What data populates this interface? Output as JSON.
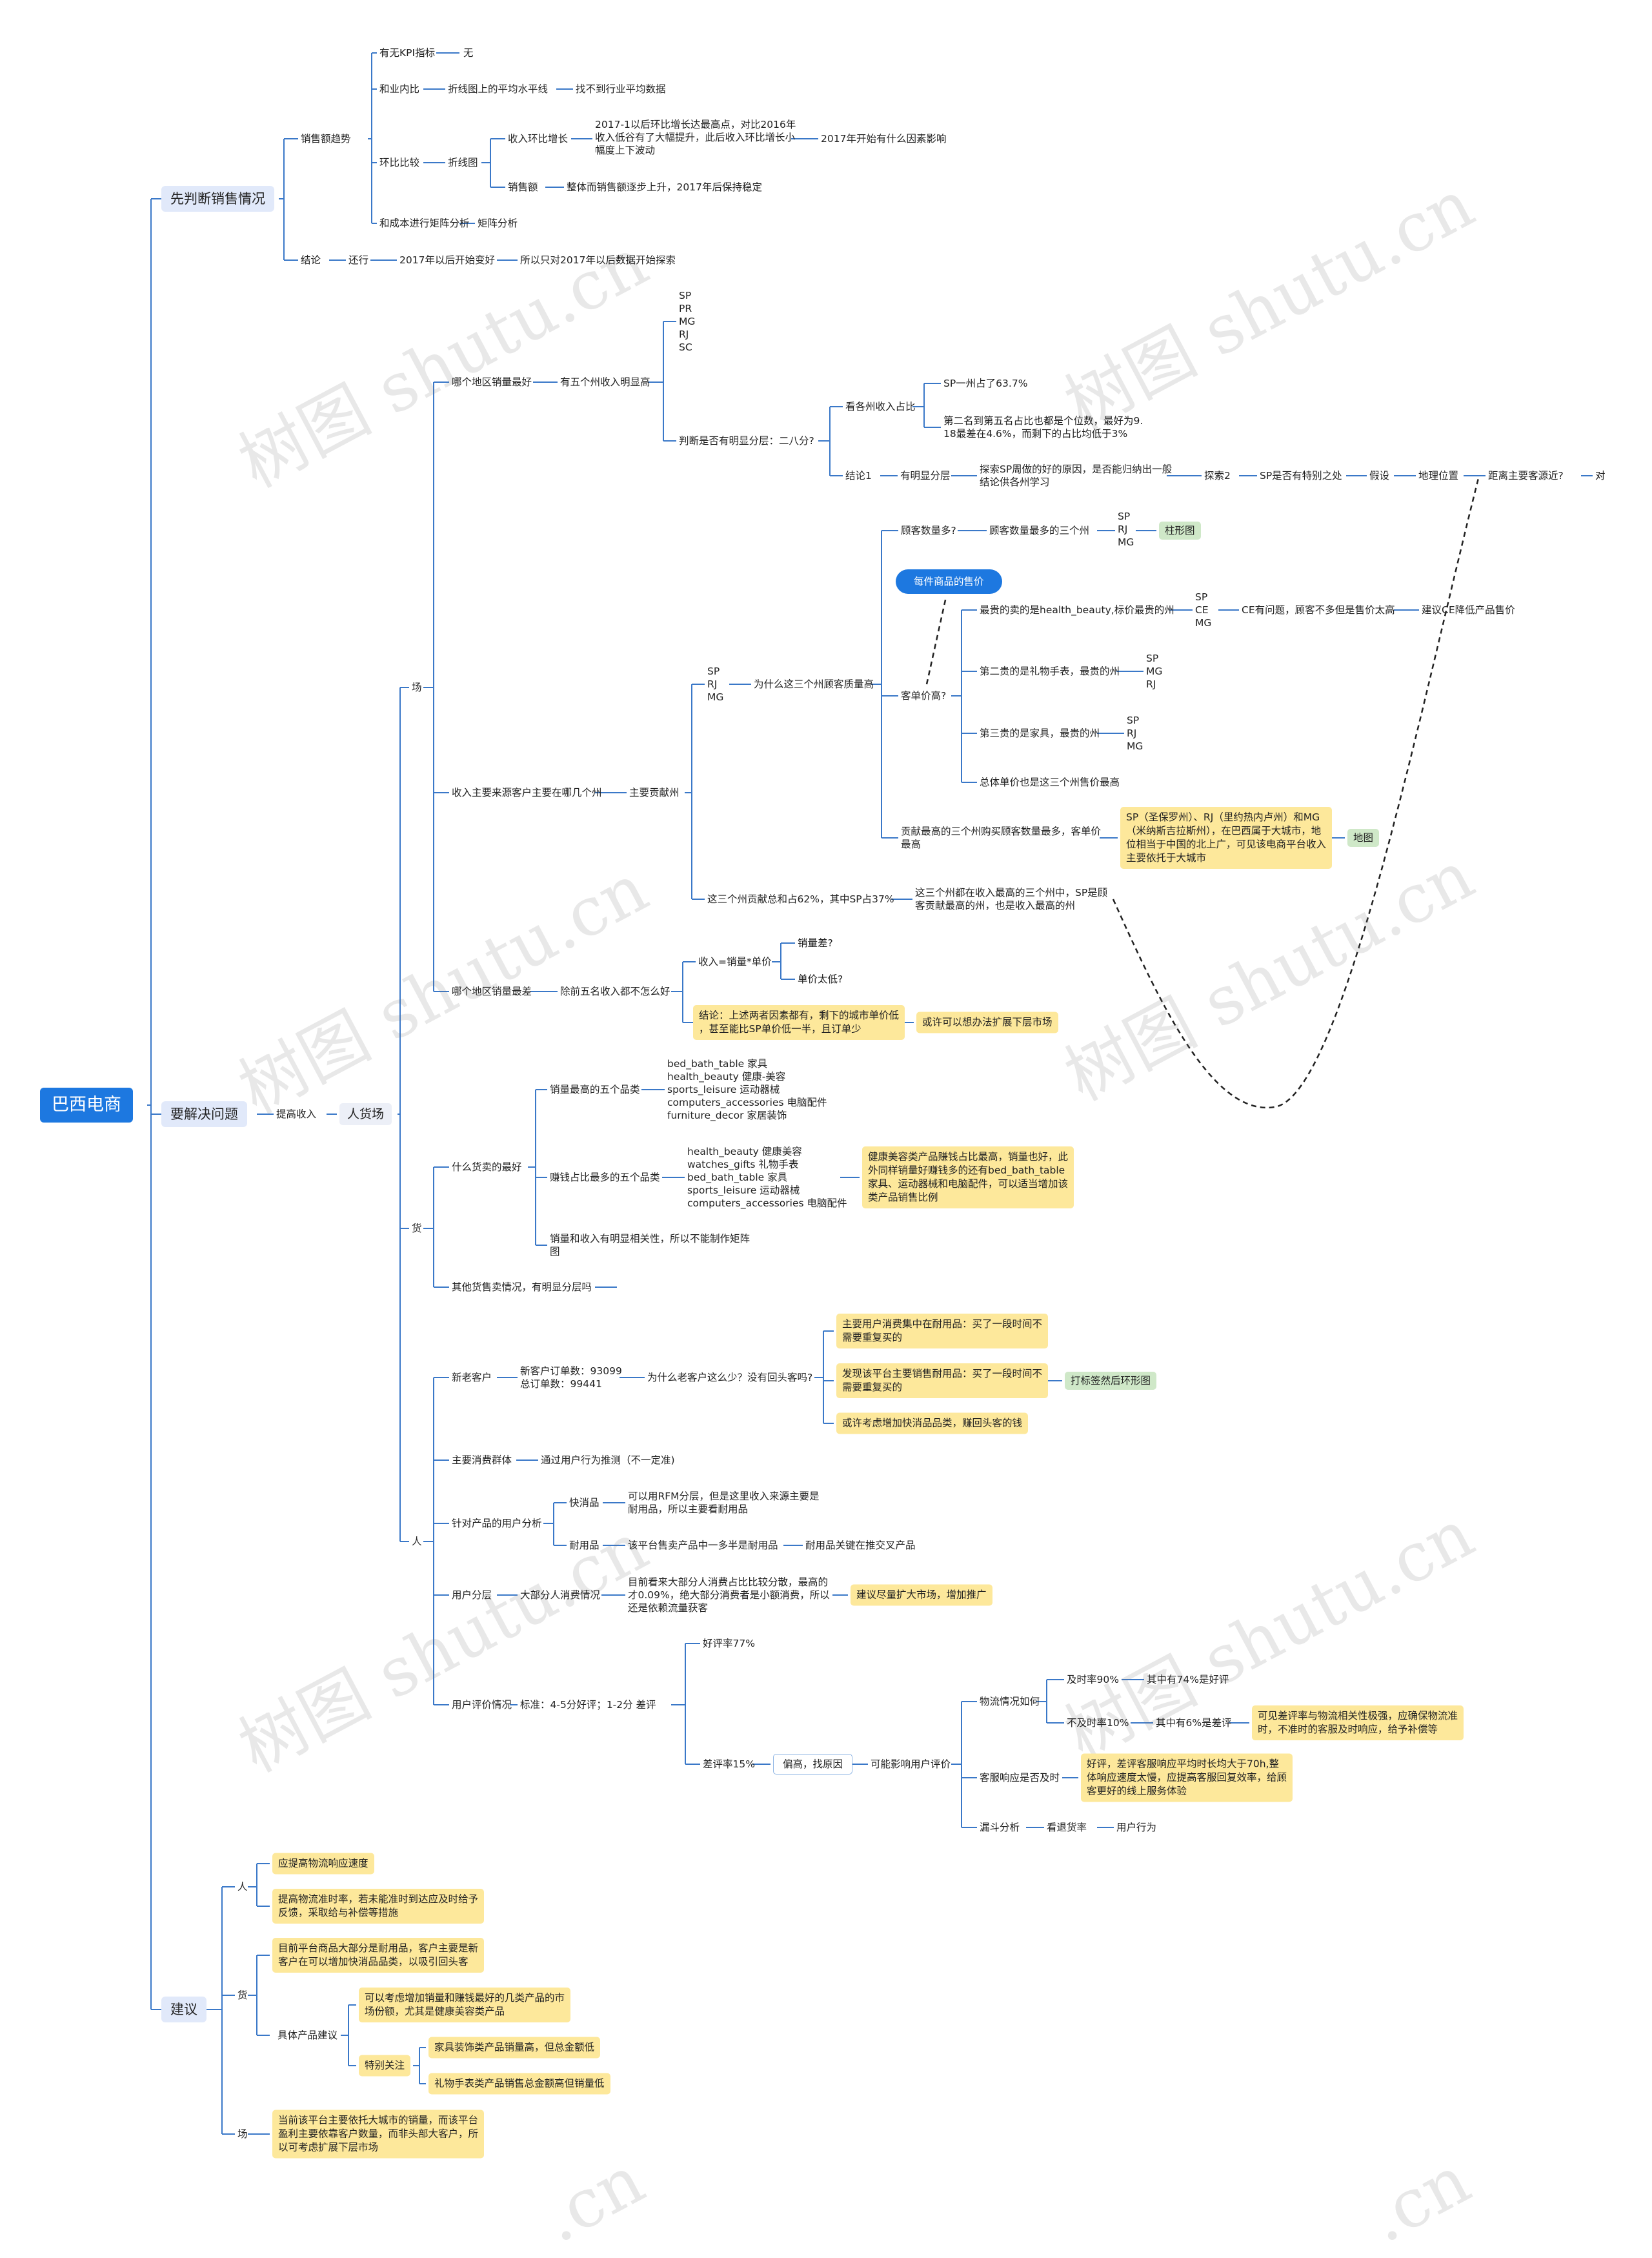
{
  "watermark": "树图 shutu.cn",
  "watermark_partial": ".cn",
  "colors": {
    "link": "#3a78c8",
    "root": "#1d78e0",
    "note": "#fde89b",
    "tag": "#cfe8c8"
  },
  "mindmap": {
    "root": "巴西电商",
    "b1": {
      "title": "先判断销售情况",
      "sales_trend": "销售额趋势",
      "kpi": "有无KPI指标",
      "kpi_ans": "无",
      "industry": "和业内比",
      "industry_line": "折线图上的平均水平线",
      "industry_ans": "找不到行业平均数据",
      "mom": "环比比较",
      "mom_chart": "折线图",
      "mom_income": "收入环比增长",
      "mom_income_desc": "2017-1以后环比增长达最高点，对比2016年\n收入低谷有了大幅提升，此后收入环比增长小\n幅度上下波动",
      "mom_income_q": "2017年开始有什么因素影响",
      "mom_sales": "销售额",
      "mom_sales_desc": "整体而销售额逐步上升，2017年后保持稳定",
      "cost": "和成本进行矩阵分析",
      "cost_ans": "矩阵分析",
      "conclusion": "结论",
      "conclusion_a": "还行",
      "conclusion_b": "2017年以后开始变好",
      "conclusion_c": "所以只对2017年以后数据开始探索"
    },
    "b2": {
      "title": "要解决问题",
      "raise": "提高收入",
      "rhc": "人货场",
      "place": {
        "label": "场",
        "best_region": "哪个地区销量最好",
        "five_states": "有五个州收入明显高",
        "states_list": "SP\nPR\nMG\nRJ\nSC",
        "two_eight": "判断是否有明显分层：二八分?",
        "share": "看各州收入占比",
        "share_sp": "SP一州占了63.7%",
        "share_rest": "第二名到第五名占比也都是个位数，最好为9.\n18最差在4.6%，而剩下的占比均低于3%",
        "concl1": "结论1",
        "layered": "有明显分层",
        "explore": "探索SP周做的好的原因，是否能归纳出一般\n结论供各州学习",
        "explore2": "探索2",
        "sp_special": "SP是否有特别之处",
        "hypo": "假设",
        "geo": "地理位置",
        "near": "距离主要客源近?",
        "right": "对",
        "main_source": "收入主要来源客户主要在哪几个州",
        "main_contrib": "主要贡献州",
        "three_states": "SP\nRJ\nMG",
        "why_three": "为什么这三个州顾客质量高",
        "more_cust": "顾客数量多?",
        "most_cust": "顾客数量最多的三个州",
        "most_cust_list": "SP\nRJ\nMG",
        "bar_chart": "柱形图",
        "price_each": "每件商品的售价",
        "high_aov": "客单价高?",
        "hb_most": "最贵的卖的是health_beauty,标价最贵的州",
        "hb_list": "SP\nCE\nMG",
        "ce_issue": "CE有问题，顾客不多但是售价太高",
        "ce_suggest": "建议CE降低产品售价",
        "watch": "第二贵的是礼物手表，最贵的州",
        "watch_list": "SP\nMG\nRJ",
        "furn": "第三贵的是家具，最贵的州",
        "furn_list": "SP\nRJ\nMG",
        "overall": "总体单价也是这三个州售价最高",
        "contrib_most": "贡献最高的三个州购买顾客数量最多，客单价\n最高",
        "contrib_note": "SP（圣保罗州）、RJ（里约热内卢州）和MG\n（米纳斯吉拉斯州），在巴西属于大城市，地\n位相当于中国的北上广，可见该电商平台收入\n主要依托于大城市",
        "map": "地图",
        "share62": "这三个州贡献总和占62%，其中SP占37%",
        "share62_desc": "这三个州都在收入最高的三个州中，SP是顾\n客贡献最高的州，也是收入最高的州",
        "worst_region": "哪个地区销量最差",
        "worst_desc": "除前五名收入都不怎么好",
        "income_formula": "收入=销量*单价",
        "low_vol": "销量差?",
        "low_price": "单价太低?",
        "worst_concl": "结论：上述两者因素都有，剩下的城市单价低\n，甚至能比SP单价低一半，且订单少",
        "expand": "或许可以想办法扩展下层市场"
      },
      "goods": {
        "label": "货",
        "best_goods": "什么货卖的最好",
        "top5_sales": "销量最高的五个品类",
        "top5_sales_list": "bed_bath_table 家具\nhealth_beauty 健康-美容\nsports_leisure 运动器械\ncomputers_accessories 电脑配件\nfurniture_decor 家居装饰",
        "top5_profit": "赚钱占比最多的五个品类",
        "top5_profit_list": "health_beauty 健康美容\nwatches_gifts 礼物手表\nbed_bath_table 家具\nsports_leisure 运动器械\ncomputers_accessories 电脑配件",
        "profit_note": "健康美容类产品赚钱占比最高，销量也好，此\n外同样销量好赚钱多的还有bed_bath_table\n家具、运动器械和电脑配件，可以适当增加该\n类产品销售比例",
        "corr": "销量和收入有明显相关性，所以不能制作矩阵\n图",
        "other_goods": "其他货售卖情况，有明显分层吗"
      },
      "people": {
        "label": "人",
        "new_old": "新老客户",
        "orders": "新客户订单数：93099\n总订单数：99441",
        "why_few": "为什么老客户这么少？没有回头客吗?",
        "note1": "主要用户消费集中在耐用品：买了一段时间不\n需要重复买的",
        "note2": "发现该平台主要销售耐用品：买了一段时间不\n需要重复买的",
        "funnel_tag": "打标签然后环形图",
        "note3": "或许考虑增加快消品品类，赚回头客的钱",
        "main_group": "主要消费群体",
        "main_group_desc": "通过用户行为推测（不一定准)",
        "product_user": "针对产品的用户分析",
        "fmcg": "快消品",
        "fmcg_desc": "可以用RFM分层，但是这里收入来源主要是\n耐用品，所以主要看耐用品",
        "durable": "耐用品",
        "durable_desc": "该平台售卖产品中一多半是耐用品",
        "durable_key": "耐用品关键在推交叉产品",
        "segment": "用户分层",
        "most_users": "大部分人消费情况",
        "most_users_desc": "目前看来大部分人消费占比比较分散，最高的\n才0.09%，绝大部分消费者是小额消费，所以\n还是依赖流量获客",
        "expand_market": "建议尽量扩大市场，增加推广",
        "review": "用户评价情况",
        "standard": "标准：4-5分好评；1-2分 差评",
        "good": "好评率77%",
        "bad": "差评率15%",
        "reason": "偏高，找原因",
        "may_affect": "可能影响用户评价",
        "logistics": "物流情况如何",
        "on_time": "及时率90%",
        "on_time_good": "其中有74%是好评",
        "late": "不及时率10%",
        "late_bad": "其中有6%是差评",
        "late_note": "可见差评率与物流相关性极强，应确保物流准\n时，不准时的客服及时响应，给予补偿等",
        "cs": "客服响应是否及时",
        "cs_note": "好评，差评客服响应平均时长均大于70h,整\n体响应速度太慢，应提高客服回复效率，给顾\n客更好的线上服务体验",
        "funnel": "漏斗分析",
        "return_rate": "看退货率",
        "behavior": "用户行为"
      }
    },
    "b3": {
      "title": "建议",
      "person": "人",
      "p1": "应提高物流响应速度",
      "p2": "提高物流准时率，若未能准时到达应及时给予\n反馈，采取给与补偿等措施",
      "goods": "货",
      "g1": "目前平台商品大部分是耐用品，客户主要是新\n客户在可以增加快消品品类，以吸引回头客",
      "specific": "具体产品建议",
      "sp1": "可以考虑增加销量和赚钱最好的几类产品的市\n场份额，尤其是健康美容类产品",
      "special": "特别关注",
      "sp2": "家具装饰类产品销量高，但总金额低",
      "sp3": "礼物手表类产品销售总金额高但销量低",
      "place": "场",
      "pl1": "当前该平台主要依托大城市的销量，而该平台\n盈利主要依靠客户数量，而非头部大客户，所\n以可考虑扩展下层市场"
    }
  }
}
